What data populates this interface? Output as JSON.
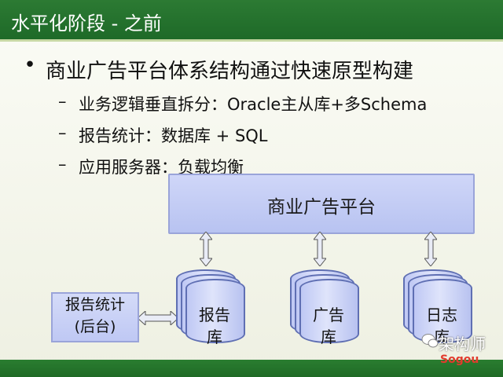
{
  "title": "水平化阶段 - 之前",
  "bullets": {
    "main": "商业广告平台体系结构通过快速原型构建",
    "sub": [
      "业务逻辑垂直拆分：Oracle主从库+多Schema",
      "报告统计：数据库 + SQL",
      "应用服务器：负载均衡"
    ]
  },
  "diagram": {
    "platform": "商业广告平台",
    "db1_line1": "报告",
    "db1_line2": "库",
    "db2_line1": "广告",
    "db2_line2": "库",
    "db3_line1": "日志",
    "db3_line2": "库",
    "side_line1": "报告统计",
    "side_line2": "(后台)"
  },
  "watermark": {
    "text": "架构师",
    "brand": "Sogou"
  }
}
